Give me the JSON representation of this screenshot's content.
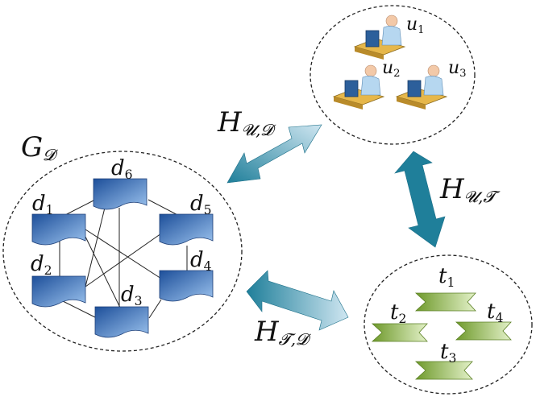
{
  "graph": {
    "label_main": "G",
    "label_sub": "𝓓",
    "nodes": [
      {
        "main": "d",
        "sub": "1"
      },
      {
        "main": "d",
        "sub": "2"
      },
      {
        "main": "d",
        "sub": "3"
      },
      {
        "main": "d",
        "sub": "4"
      },
      {
        "main": "d",
        "sub": "5"
      },
      {
        "main": "d",
        "sub": "6"
      }
    ]
  },
  "users": [
    {
      "main": "u",
      "sub": "1"
    },
    {
      "main": "u",
      "sub": "2"
    },
    {
      "main": "u",
      "sub": "3"
    }
  ],
  "tags": [
    {
      "main": "t",
      "sub": "1"
    },
    {
      "main": "t",
      "sub": "2"
    },
    {
      "main": "t",
      "sub": "3"
    },
    {
      "main": "t",
      "sub": "4"
    }
  ],
  "relations": [
    {
      "main": "H",
      "sub": "𝓤,𝓓"
    },
    {
      "main": "H",
      "sub": "𝓤,𝓣"
    },
    {
      "main": "H",
      "sub": "𝓣,𝓓"
    }
  ],
  "colors": {
    "doc_dark": "#1d4f9a",
    "doc_light": "#9cc3ee",
    "tag_dark": "#6f9a2c",
    "tag_light": "#e3f1c8",
    "arrow_dark": "#1f7f9a",
    "arrow_light": "#cfe6f1"
  }
}
